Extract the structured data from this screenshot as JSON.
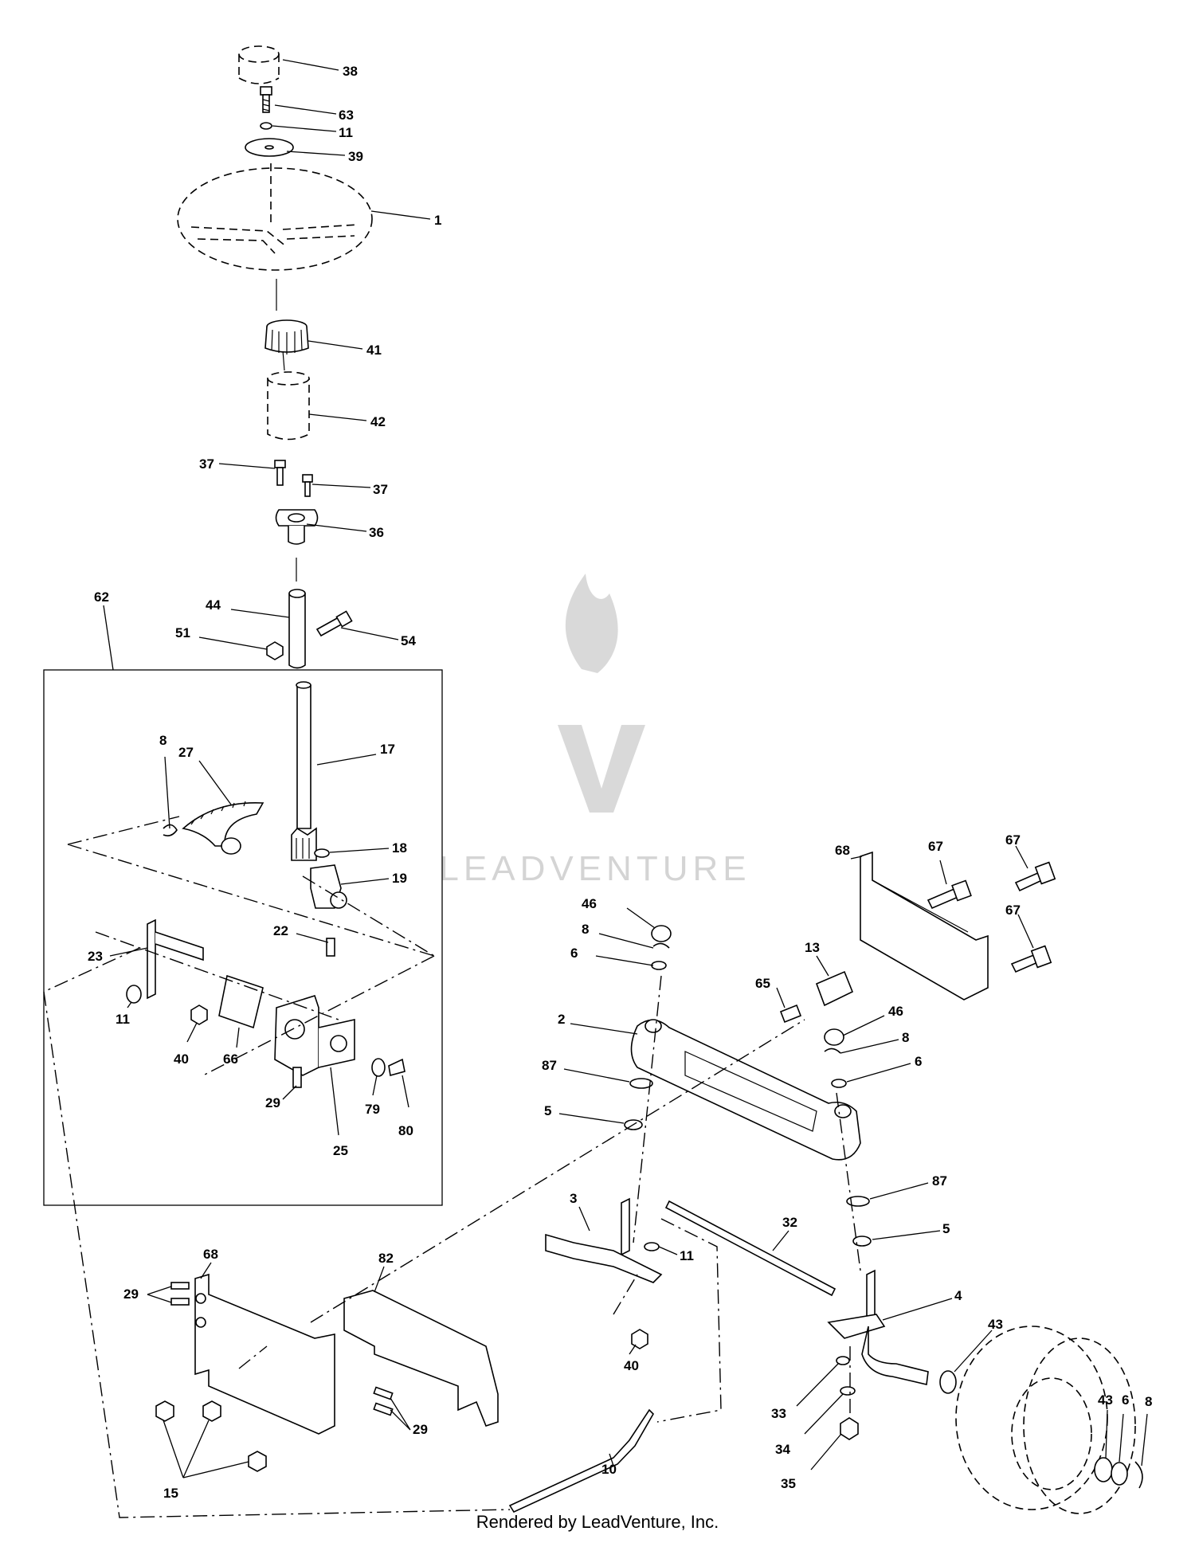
{
  "watermark": "LEADVENTURE",
  "footer": "Rendered by LeadVenture, Inc.",
  "callouts": [
    "38",
    "63",
    "11",
    "39",
    "1",
    "41",
    "42",
    "37",
    "37",
    "36",
    "44",
    "51",
    "54",
    "62",
    "8",
    "27",
    "17",
    "18",
    "19",
    "22",
    "23",
    "11",
    "40",
    "66",
    "29",
    "79",
    "80",
    "25",
    "68",
    "67",
    "67",
    "67",
    "46",
    "8",
    "6",
    "13",
    "65",
    "2",
    "46",
    "8",
    "6",
    "87",
    "5",
    "87",
    "5",
    "3",
    "11",
    "32",
    "4",
    "43",
    "43",
    "6",
    "8",
    "33",
    "34",
    "35",
    "40",
    "10",
    "68",
    "29",
    "82",
    "29",
    "15"
  ]
}
